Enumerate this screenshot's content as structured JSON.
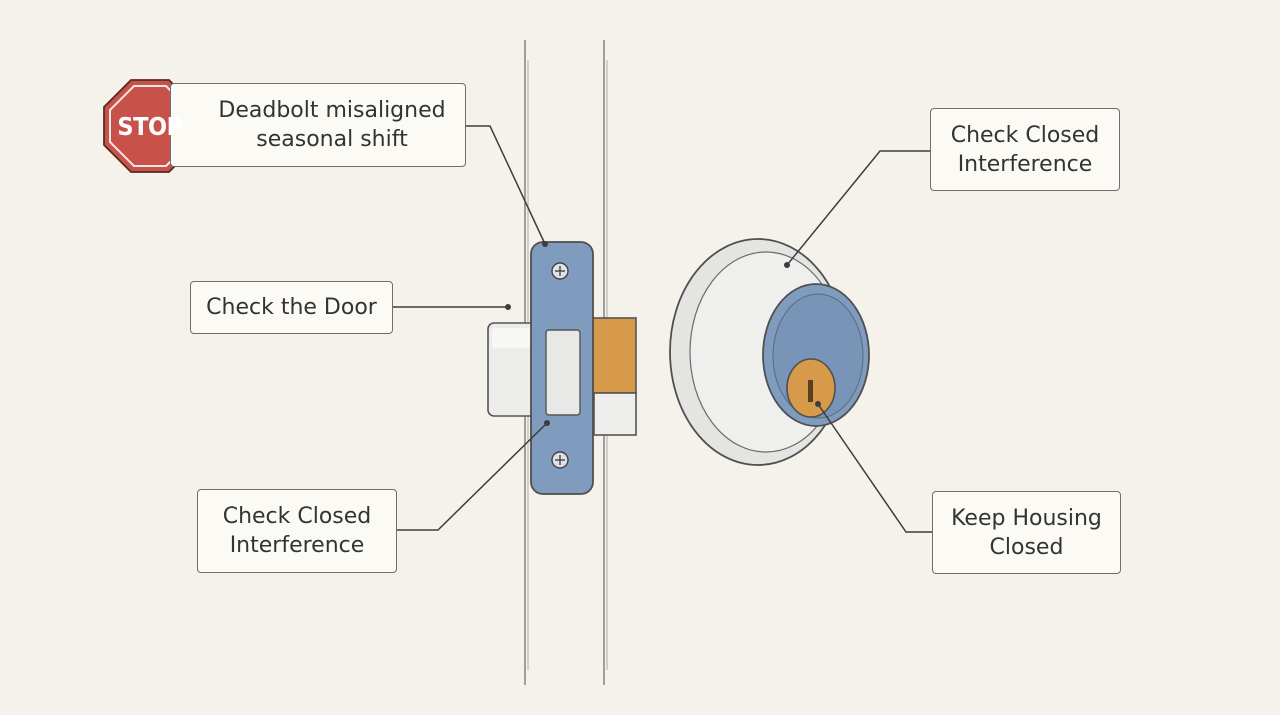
{
  "stop_sign": {
    "label": "STOP",
    "color": "#c8524a"
  },
  "callouts": {
    "misaligned": "Deadbolt misaligned\nseasonal shift",
    "door": "Check the Door",
    "interference_left": "Check Closed\nInterference",
    "interference_right": "Check Closed\nInterference",
    "housing": "Keep Housing\nClosed"
  },
  "colors": {
    "background": "#f4f2ea",
    "faceplate_blue": "#7f9bbd",
    "brass": "#d69a4a",
    "chrome": "#e6e6e6",
    "outline": "#555555"
  }
}
